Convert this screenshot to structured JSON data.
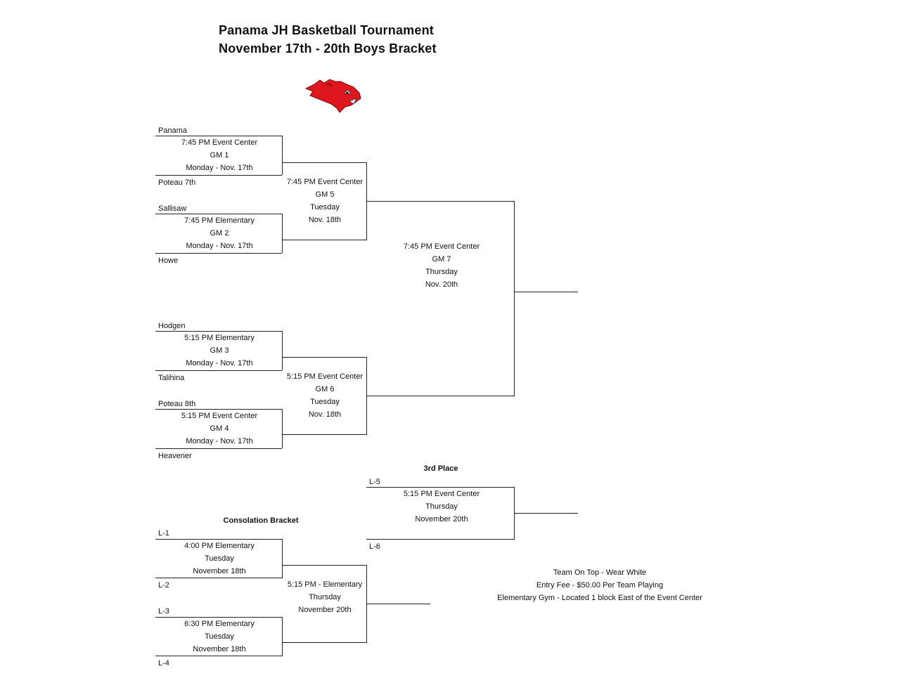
{
  "header": {
    "title_line1": "Panama  JH  Basketball  Tournament",
    "title_line2": "November 17th - 20th Boys Bracket",
    "logo_icon": "razorback-hog-icon",
    "logo_color": "#e0161e"
  },
  "main_bracket": {
    "gm1": {
      "team_top": "Panama",
      "team_bottom": "Poteau 7th",
      "time": "7:45 PM Event Center",
      "game": "GM 1",
      "date": "Monday - Nov. 17th"
    },
    "gm2": {
      "team_top": "Sallisaw",
      "team_bottom": "Howe",
      "time": "7:45 PM Elementary",
      "game": "GM 2",
      "date": "Monday - Nov. 17th"
    },
    "gm3": {
      "team_top": "Hodgen",
      "team_bottom": "Talihina",
      "time": "5:15 PM Elementary",
      "game": "GM 3",
      "date": "Monday - Nov. 17th"
    },
    "gm4": {
      "team_top": "Poteau 8th",
      "team_bottom": "Heavener",
      "time": "5:15 PM Event Center",
      "game": "GM 4",
      "date": "Monday - Nov. 17th"
    },
    "gm5": {
      "time": "7:45 PM Event Center",
      "game": "GM 5",
      "day": "Tuesday",
      "date": "Nov. 18th"
    },
    "gm6": {
      "time": "5:15 PM Event Center",
      "game": "GM 6",
      "day": "Tuesday",
      "date": "Nov. 18th"
    },
    "gm7": {
      "time": "7:45 PM Event Center",
      "game": "GM 7",
      "day": "Thursday",
      "date": "Nov. 20th"
    }
  },
  "third_place": {
    "heading": "3rd Place",
    "team_top": "L-5",
    "team_bottom": "L-6",
    "time": "5:15 PM Event Center",
    "day": "Thursday",
    "date": "November 20th"
  },
  "consolation": {
    "heading": "Consolation Bracket",
    "g1": {
      "team_top": "L-1",
      "team_bottom": "L-2",
      "time": "4:00 PM Elementary",
      "day": "Tuesday",
      "date": "November 18th"
    },
    "g2": {
      "team_top": "L-3",
      "team_bottom": "L-4",
      "time": "6:30 PM Elementary",
      "day": "Tuesday",
      "date": "November 18th"
    },
    "final": {
      "time": "5:15 PM - Elementary",
      "day": "Thursday",
      "date": "November 20th"
    }
  },
  "notes": {
    "line1": "Team On Top - Wear White",
    "line2": "Entry Fee - $50.00 Per Team Playing",
    "line3": "Elementary Gym - Located 1 block East of the Event Center"
  }
}
